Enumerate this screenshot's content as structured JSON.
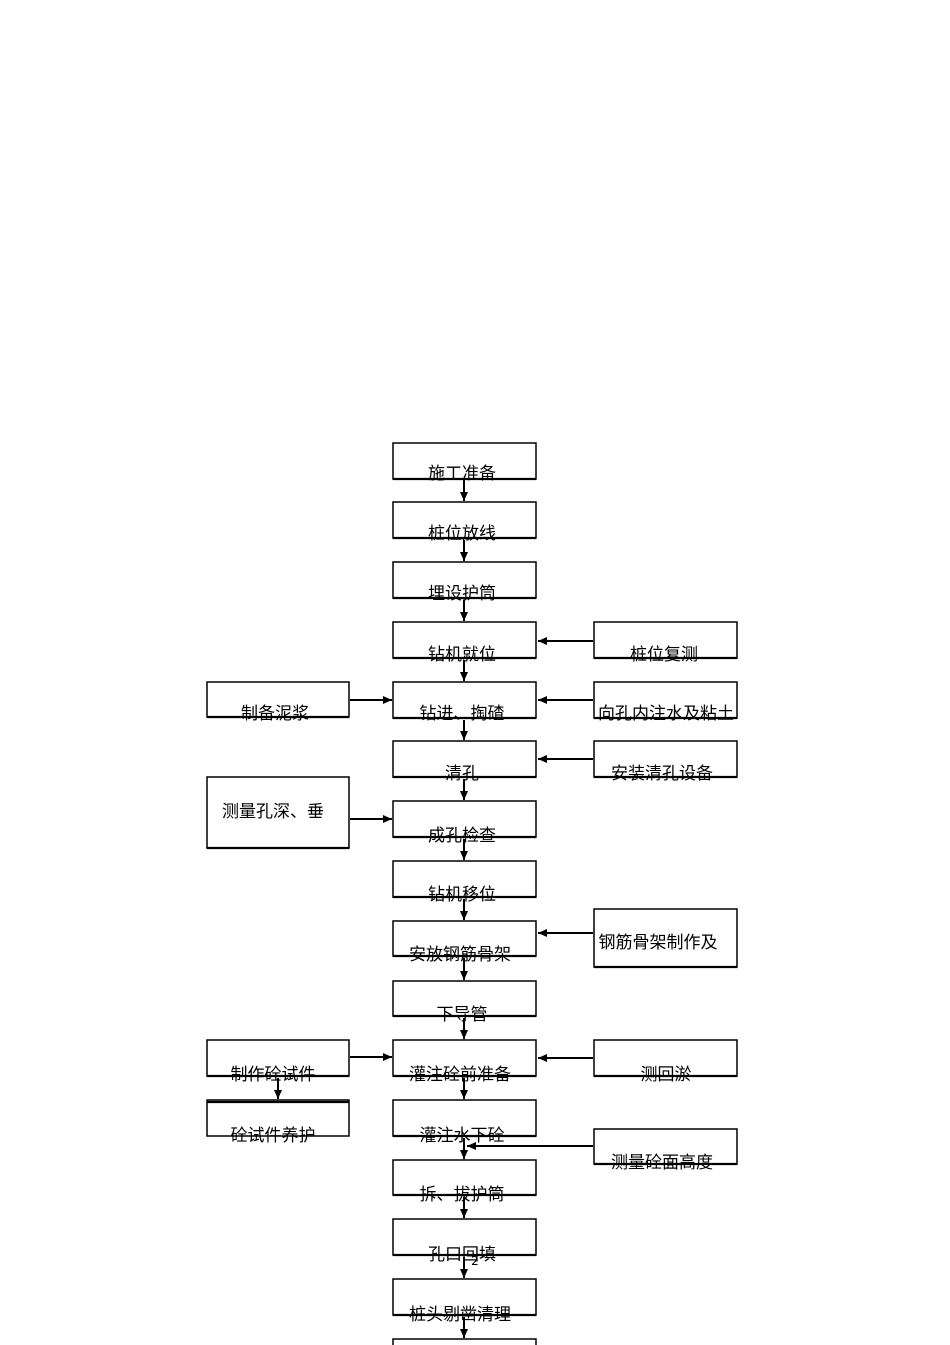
{
  "flowchart": {
    "main": [
      "施工准备",
      "桩位放线",
      "埋设护筒",
      "钻机就位",
      "钻进、掏碴",
      "清孔",
      "成孔检查",
      "钻机移位",
      "安放钢筋骨架",
      "下导管",
      "灌注砼前准备",
      "灌注水下砼",
      "拆、拔护筒",
      "孔口回填",
      "桩头剔凿清理"
    ],
    "right": [
      "桩位复测",
      "向孔内注水及粘土",
      "安装清孔设备",
      "钢筋骨架制作及",
      "测回淤",
      "测量砼面高度"
    ],
    "left": [
      "制备泥浆",
      "测量孔深、垂",
      "制作砼试件",
      "砼试件养护"
    ]
  },
  "page_number": "2"
}
